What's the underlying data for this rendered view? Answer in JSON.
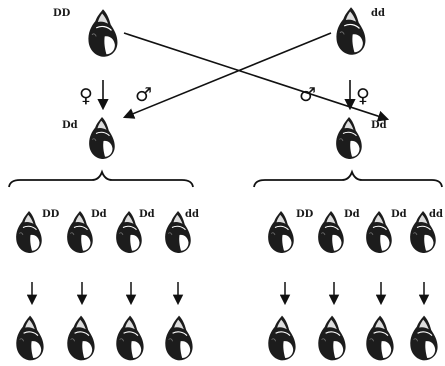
{
  "top_row": {
    "left": {
      "genotype": "DD"
    },
    "right": {
      "genotype": "dd"
    }
  },
  "cross_symbols": {
    "left_female": "♀",
    "left_male": "♂",
    "right_male": "♂",
    "right_female": "♀"
  },
  "f1_row": {
    "left": {
      "genotype": "Dd"
    },
    "right": {
      "genotype": "Dd"
    }
  },
  "f2_left_group": {
    "genotypes": [
      "DD",
      "Dd",
      "Dd",
      "dd"
    ]
  },
  "f2_right_group": {
    "genotypes": [
      "DD",
      "Dd",
      "Dd",
      "dd"
    ]
  },
  "colors": {
    "ink": "#111111",
    "shell_dark": "#1c1c1c",
    "shell_light": "#ffffff"
  }
}
